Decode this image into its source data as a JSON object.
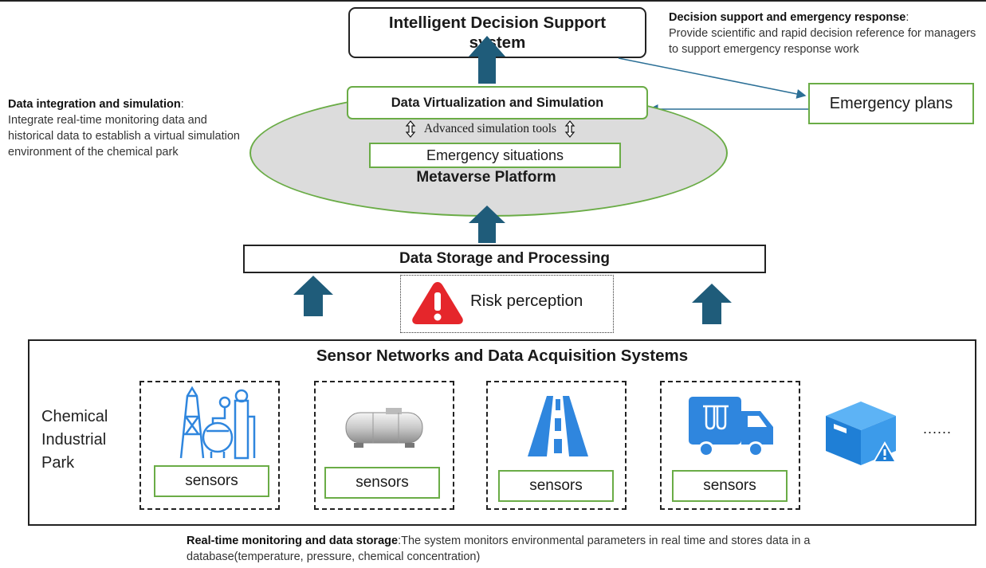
{
  "top_box": {
    "title": "Intelligent Decision Support system"
  },
  "notes": {
    "decision_heading": "Decision support and emergency response",
    "decision_body": "Provide scientific and rapid decision reference for managers to support emergency response work",
    "integration_heading": "Data integration and simulation",
    "integration_body": "Integrate real-time monitoring data and historical data to establish a virtual simulation environment of the chemical park",
    "realtime_heading": "Real-time monitoring and data storage",
    "realtime_body": "The system monitors environmental parameters in real time and stores data in a database(temperature, pressure, chemical concentration)"
  },
  "platform": {
    "virtualization": "Data Virtualization and Simulation",
    "tools": "Advanced simulation tools",
    "situations": "Emergency situations",
    "name": "Metaverse Platform"
  },
  "emergency_plans": "Emergency plans",
  "storage": "Data Storage and Processing",
  "risk": {
    "label": "Risk perception",
    "icon": "warning-icon"
  },
  "sensor_section": {
    "title": "Sensor Networks and Data Acquisition Systems",
    "park_label_lines": [
      "Chemical",
      "Industrial",
      "Park"
    ],
    "sensors": [
      {
        "icon": "chemical-plant-icon",
        "label": "sensors"
      },
      {
        "icon": "storage-tank-icon",
        "label": "sensors"
      },
      {
        "icon": "road-icon",
        "label": "sensors"
      },
      {
        "icon": "chemical-transport-truck-icon",
        "label": "sensors"
      }
    ],
    "extra_icon": "hazard-box-icon",
    "more": "......"
  },
  "colors": {
    "green": "#6aac46",
    "arrow": "#1f5c7a",
    "warning": "#e5262b",
    "icon_blue": "#2f86de",
    "ellipse_fill": "#dcdcdc"
  }
}
